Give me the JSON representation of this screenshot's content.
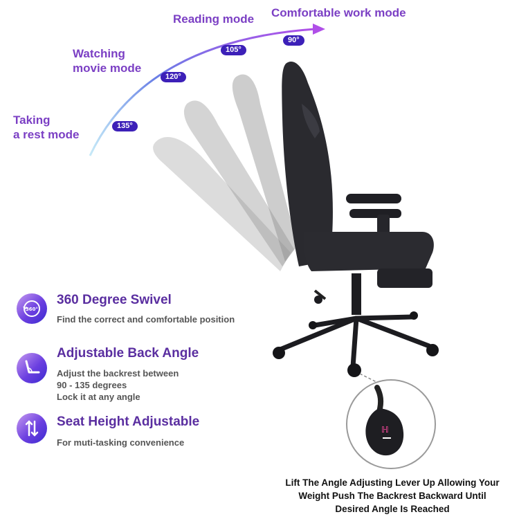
{
  "modes": {
    "comfortable_work": "Comfortable work mode",
    "reading": "Reading mode",
    "watching": "Watching\nmovie mode",
    "resting": "Taking\na rest mode"
  },
  "angles": {
    "a90": "90°",
    "a105": "105°",
    "a120": "120°",
    "a135": "135°"
  },
  "features": [
    {
      "title": "360 Degree Swivel",
      "description": "Find the correct and comfortable position",
      "icon_text": "360°",
      "icon": "swivel-360-icon"
    },
    {
      "title": "Adjustable Back Angle",
      "description": "Adjust the backrest between\n90 - 135 degrees\nLock it at any angle",
      "icon": "recline-angle-icon"
    },
    {
      "title": "Seat Height Adjustable",
      "description": "For muti-tasking convenience",
      "icon": "height-arrows-icon"
    }
  ],
  "lever_caption": "Lift The Angle Adjusting Lever Up Allowing Your\nWeight Push The Backrest Backward Until\nDesired Angle Is Reached",
  "colors": {
    "accent": "#7b3fc4",
    "badge": "#3c20b8",
    "arc_start": "#8fd3f0",
    "arc_end": "#a24de6"
  }
}
